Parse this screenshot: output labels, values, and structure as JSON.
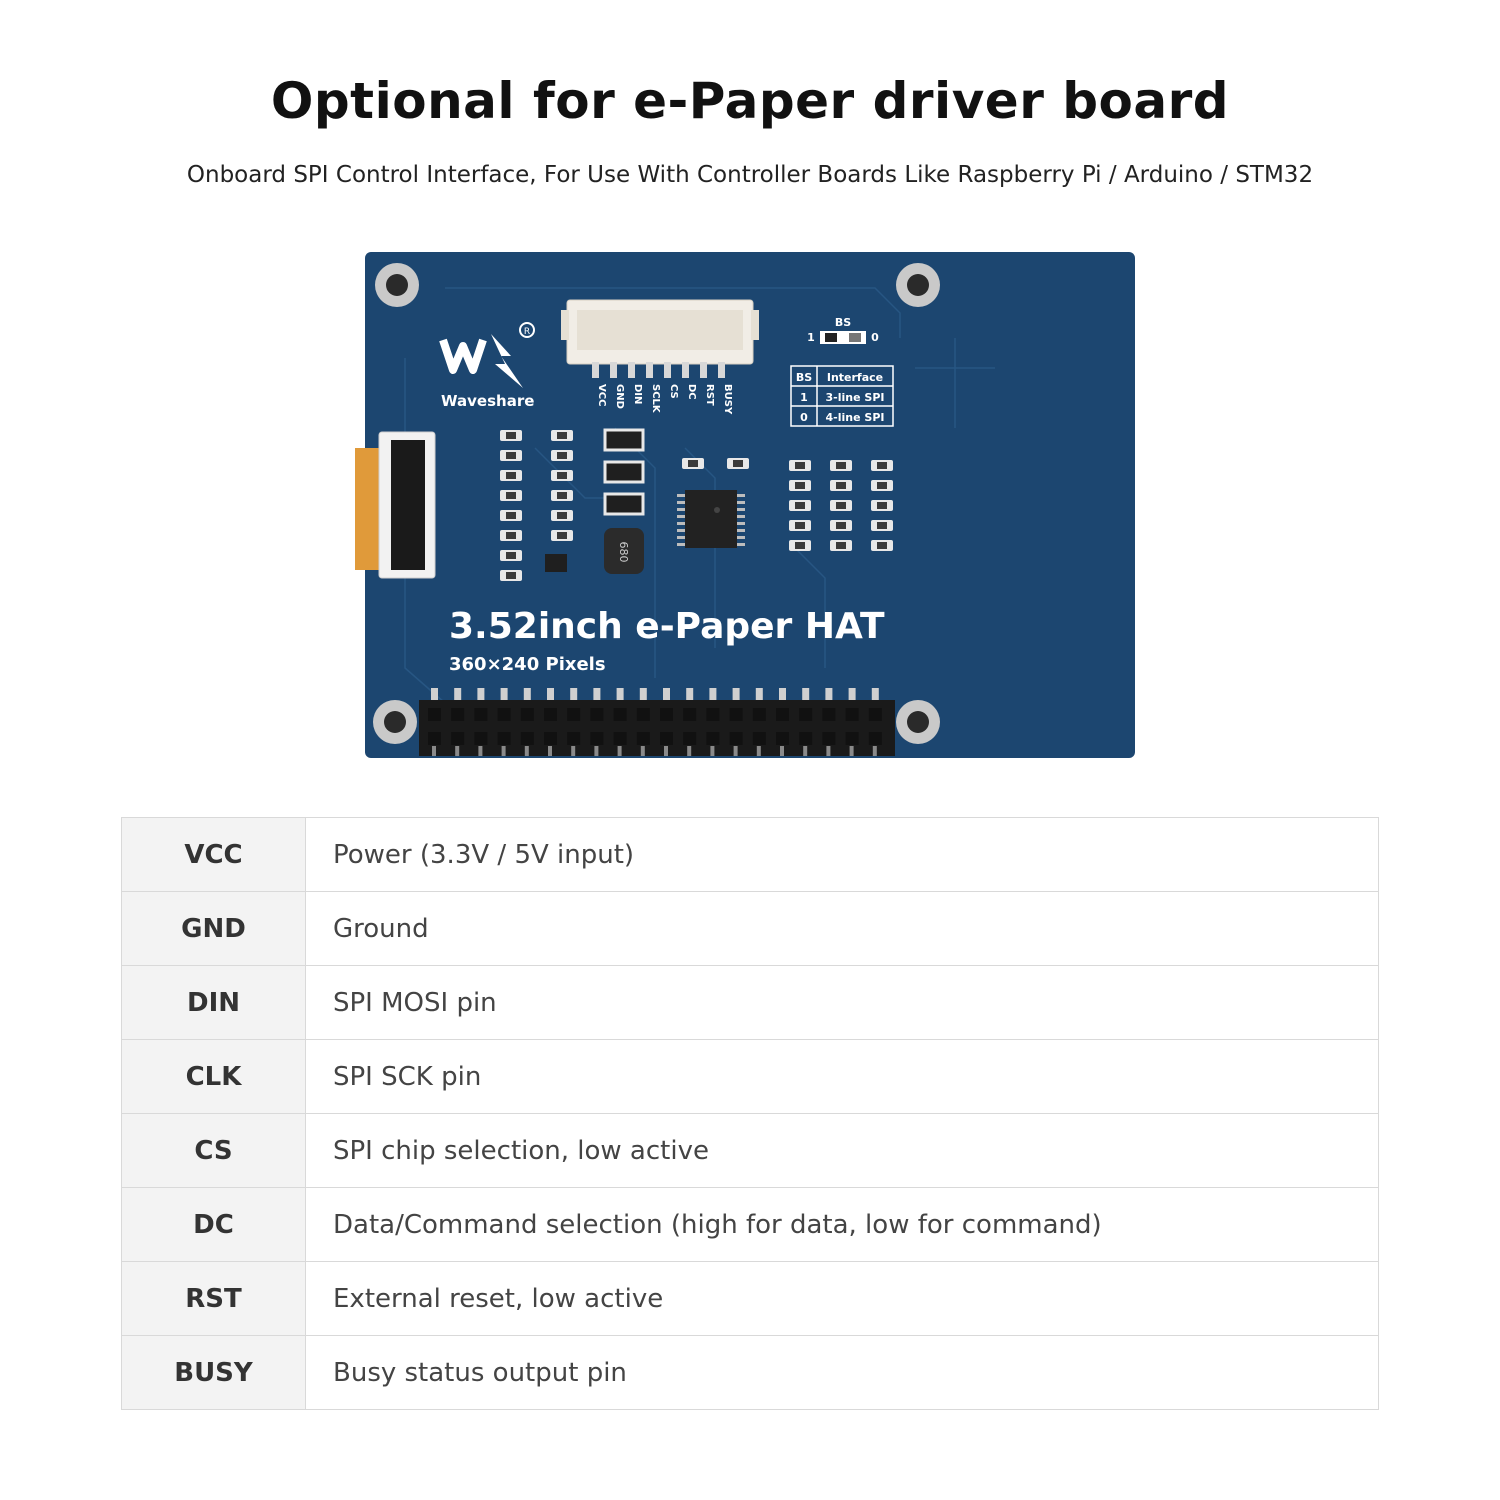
{
  "header": {
    "title": "Optional for e-Paper driver board",
    "subtitle": "Onboard SPI Control Interface, For Use With Controller Boards Like Raspberry Pi / Arduino / STM32"
  },
  "board": {
    "brand": "Waveshare",
    "product_name": "3.52inch e-Paper HAT",
    "resolution": "360×240 Pixels",
    "connector_pins": [
      "VCC",
      "GND",
      "DIN",
      "SCLK",
      "CS",
      "DC",
      "RST",
      "BUSY"
    ],
    "bs_switch": {
      "label": "BS",
      "left": "1",
      "right": "0"
    },
    "bs_table": {
      "headers": [
        "BS",
        "Interface"
      ],
      "rows": [
        [
          "1",
          "3-line SPI"
        ],
        [
          "0",
          "4-line SPI"
        ]
      ]
    },
    "inductor_marking": "680",
    "colors": {
      "pcb": "#1c4670",
      "silk": "#ffffff",
      "connector": "#f1ede6",
      "header": "#1a1a1a"
    }
  },
  "pins": [
    {
      "name": "VCC",
      "description": "Power (3.3V / 5V input)"
    },
    {
      "name": "GND",
      "description": "Ground"
    },
    {
      "name": "DIN",
      "description": "SPI MOSI pin"
    },
    {
      "name": "CLK",
      "description": "SPI SCK pin"
    },
    {
      "name": "CS",
      "description": "SPI chip selection, low active"
    },
    {
      "name": "DC",
      "description": "Data/Command selection (high for data, low for command)"
    },
    {
      "name": "RST",
      "description": "External reset, low active"
    },
    {
      "name": "BUSY",
      "description": "Busy status output pin"
    }
  ]
}
